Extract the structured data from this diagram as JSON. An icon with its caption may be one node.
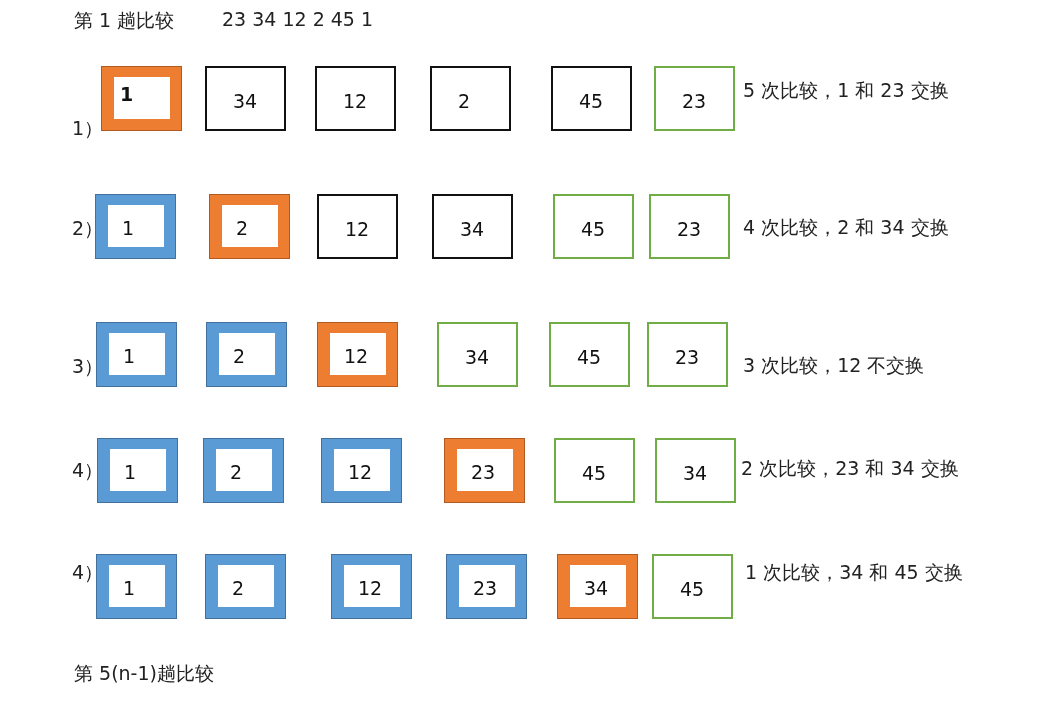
{
  "diagram": {
    "nodes": [
      {
        "text": [
          "1"
        ]
      },
      {
        "text": [
          "34"
        ]
      },
      {
        "text": [
          "12"
        ]
      },
      {
        "text": [
          "2"
        ]
      },
      {
        "text": [
          "45"
        ]
      },
      {
        "text": [
          "23"
        ]
      },
      {
        "text": [
          "1"
        ]
      },
      {
        "text": [
          "2"
        ]
      },
      {
        "text": [
          "12"
        ]
      },
      {
        "text": [
          "34"
        ]
      },
      {
        "text": [
          "45"
        ]
      },
      {
        "text": [
          "23"
        ]
      },
      {
        "text": [
          "1"
        ]
      },
      {
        "text": [
          "2"
        ]
      },
      {
        "text": [
          "12"
        ]
      },
      {
        "text": [
          "34"
        ]
      },
      {
        "text": [
          "45"
        ]
      },
      {
        "text": [
          "23"
        ]
      },
      {
        "text": [
          "1"
        ]
      },
      {
        "text": [
          "2"
        ]
      },
      {
        "text": [
          "12"
        ]
      },
      {
        "text": [
          "23"
        ]
      },
      {
        "text": [
          "45"
        ]
      },
      {
        "text": [
          "34"
        ]
      },
      {
        "text": [
          "1"
        ]
      },
      {
        "text": [
          "2"
        ]
      },
      {
        "text": [
          "12"
        ]
      },
      {
        "text": [
          "23"
        ]
      },
      {
        "text": [
          "34"
        ]
      },
      {
        "text": [
          "45"
        ]
      }
    ],
    "labels": [
      "第 1 趟比较",
      "23 34 12 2 45 1",
      "1）",
      "5 次比较，1 和 23 交换",
      "2）",
      "4 次比较，2 和 34 交换",
      "3）",
      "3 次比较，12 不交换",
      "4）",
      "2 次比较，23 和 34 交换",
      "4）",
      "1 次比较，34 和 45 交换",
      "第 5(n-1)趟比较"
    ]
  }
}
